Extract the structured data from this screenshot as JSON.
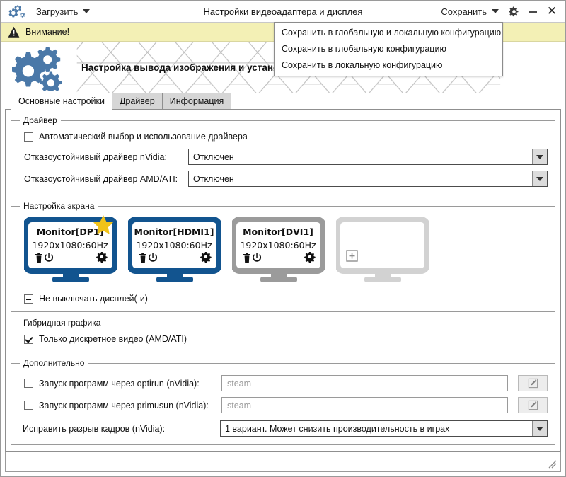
{
  "window": {
    "title": "Настройки видеоадаптера и дисплея",
    "load_button": "Загрузить",
    "save_button": "Сохранить",
    "minimize_label": "—",
    "close_label": "✕"
  },
  "save_menu": {
    "items": [
      {
        "label": "Сохранить в глобальную и локальную конфигурацию"
      },
      {
        "label": "Сохранить в глобальную конфигурацию"
      },
      {
        "label": "Сохранить в локальную конфигурацию"
      }
    ]
  },
  "warning": {
    "text": "Внимание!",
    "bg": "#f3f0b5"
  },
  "banner": {
    "title": "Настройка вывода изображения и установка драйвера видеокарты",
    "logo_color": "#4a78a8"
  },
  "tabs": [
    {
      "label": "Основные настройки",
      "active": true
    },
    {
      "label": "Драйвер",
      "active": false
    },
    {
      "label": "Информация",
      "active": false
    }
  ],
  "driver_group": {
    "legend": "Драйвер",
    "auto_checkbox": {
      "label": "Автоматический выбор и использование драйвера",
      "checked": false
    },
    "nvidia": {
      "label": "Отказоустойчивый драйвер nVidia:",
      "value": "Отключен"
    },
    "amd": {
      "label": "Отказоустойчивый драйвер AMD/ATI:",
      "value": "Отключен"
    }
  },
  "screen_group": {
    "legend": "Настройка экрана",
    "monitors": [
      {
        "name": "Monitor[DP1]",
        "mode": "1920x1080:60Hz",
        "color": "#12548f",
        "enabled": true,
        "primary": true,
        "has_gear": true,
        "placeholder": false
      },
      {
        "name": "Monitor[HDMI1]",
        "mode": "1920x1080:60Hz",
        "color": "#12548f",
        "enabled": true,
        "primary": false,
        "has_gear": true,
        "placeholder": false
      },
      {
        "name": "Monitor[DVI1]",
        "mode": "1920x1080:60Hz",
        "color": "#9b9b9b",
        "enabled": false,
        "primary": false,
        "has_gear": true,
        "placeholder": false
      },
      {
        "name": "",
        "mode": "",
        "color": "#d2d2d2",
        "enabled": false,
        "primary": false,
        "has_gear": false,
        "placeholder": true
      }
    ],
    "star_color": "#f1c319",
    "keep_on_checkbox": {
      "label": "Не выключать дисплей(-и)",
      "state": "partial"
    }
  },
  "hybrid_group": {
    "legend": "Гибридная графика",
    "discrete_checkbox": {
      "label": "Только дискретное видео (AMD/ATI)",
      "checked": true
    }
  },
  "extra_group": {
    "legend": "Дополнительно",
    "optirun": {
      "label": "Запуск программ через optirun (nVidia):",
      "checked": false,
      "placeholder": "steam",
      "value": ""
    },
    "primusrun": {
      "label": "Запуск программ через primusun (nVidia):",
      "checked": false,
      "placeholder": "steam",
      "value": ""
    },
    "tearfix": {
      "label": "Исправить разрыв кадров (nVidia):",
      "value": "1 вариант. Может снизить производительность в играх"
    }
  },
  "icons": {
    "trash": "trash-icon",
    "power": "power-icon",
    "gear": "gear-icon",
    "plus": "plus-icon",
    "edit": "edit-icon"
  }
}
